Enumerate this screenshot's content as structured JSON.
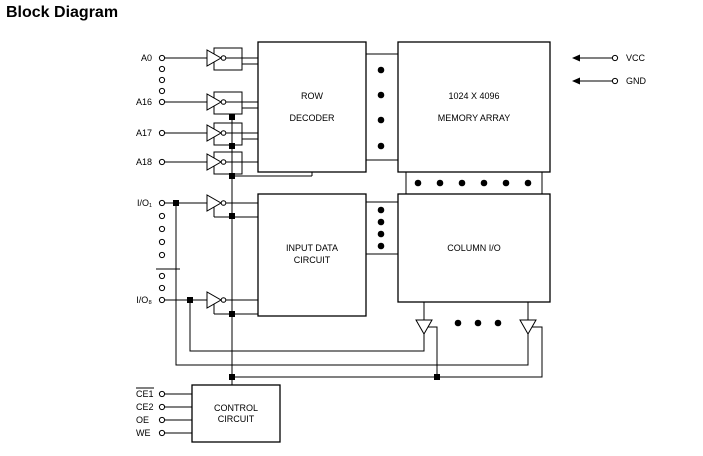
{
  "title": "Block Diagram",
  "blocks": {
    "row_decoder": [
      "ROW",
      "DECODER"
    ],
    "memory_array": [
      "1024 X 4096",
      "MEMORY ARRAY"
    ],
    "input_data_circuit": [
      "INPUT DATA",
      "CIRCUIT"
    ],
    "column_io": "COLUMN I/O",
    "control_circuit": [
      "CONTROL",
      "CIRCUIT"
    ]
  },
  "address_pins": [
    "A0",
    "A16",
    "A17",
    "A18"
  ],
  "io_pins": [
    "I/O₁",
    "I/O₈"
  ],
  "power_pins": [
    "VCC",
    "GND"
  ],
  "control_pins": [
    "CE1",
    "CE2",
    "OE",
    "WE"
  ],
  "colors": {
    "line": "#000000",
    "background": "#ffffff"
  }
}
